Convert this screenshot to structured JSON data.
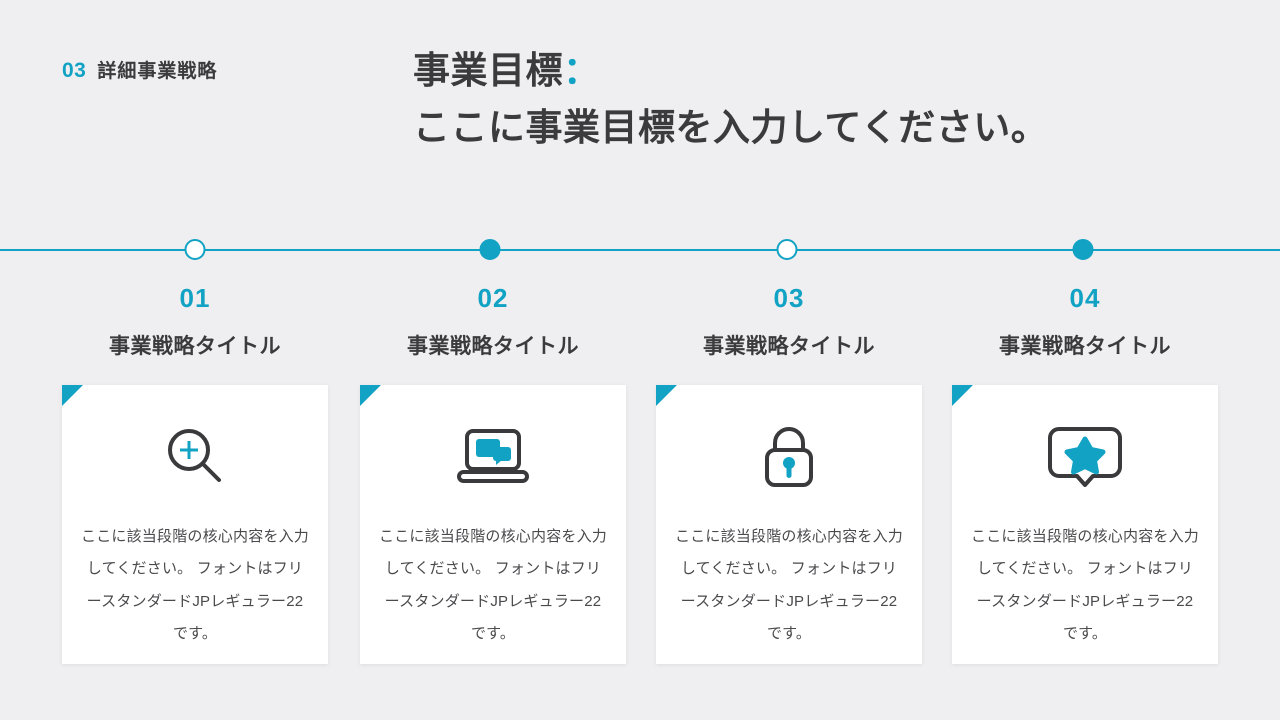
{
  "header": {
    "eyebrow_number": "03",
    "eyebrow_label": "詳細事業戦略",
    "title_line1_text": "事業目標",
    "title_line1_colon": "：",
    "title_line2": "ここに事業目標を入力してください。"
  },
  "theme": {
    "accent": "#11a2c4",
    "text_dark": "#3b3b3d",
    "background": "#efeef0",
    "card_background": "#ffffff",
    "icon_stroke": "#3a3a3c"
  },
  "timeline": {
    "markers": [
      {
        "style": "hollow"
      },
      {
        "style": "filled"
      },
      {
        "style": "hollow"
      },
      {
        "style": "filled"
      }
    ]
  },
  "columns": [
    {
      "number": "01",
      "title": "事業戦略タイトル",
      "icon": "magnifier-plus-icon",
      "body": "ここに該当段階の核心内容を入力してください。 フォントはフリースタンダードJPレギュラー22です。"
    },
    {
      "number": "02",
      "title": "事業戦略タイトル",
      "icon": "laptop-chat-icon",
      "body": "ここに該当段階の核心内容を入力してください。 フォントはフリースタンダードJPレギュラー22です。"
    },
    {
      "number": "03",
      "title": "事業戦略タイトル",
      "icon": "padlock-icon",
      "body": "ここに該当段階の核心内容を入力してください。 フォントはフリースタンダードJPレギュラー22です。"
    },
    {
      "number": "04",
      "title": "事業戦略タイトル",
      "icon": "speech-bubble-star-icon",
      "body": "ここに該当段階の核心内容を入力してください。 フォントはフリースタンダードJPレギュラー22です。"
    }
  ]
}
